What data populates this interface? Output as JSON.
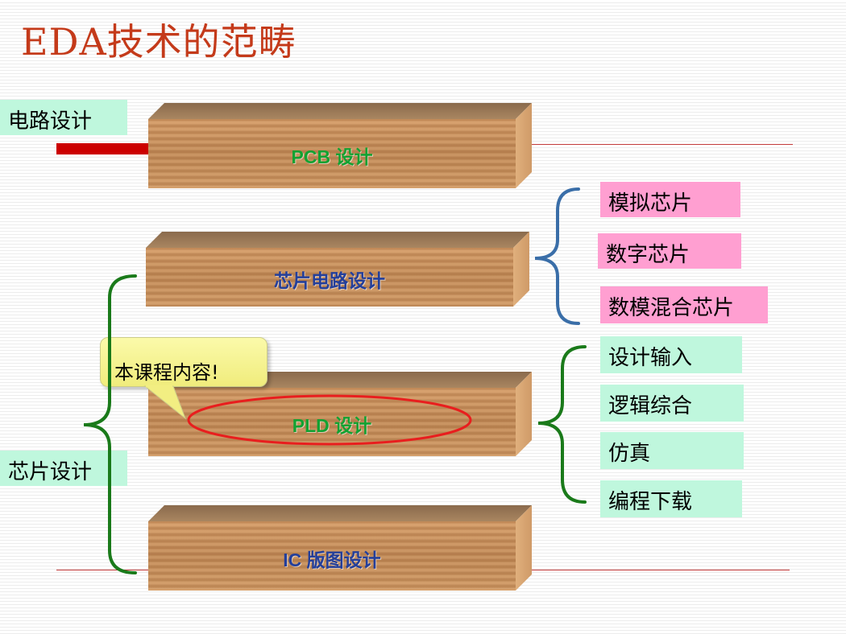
{
  "title": "EDA技术的范畴",
  "categories": {
    "circuit": "电路设计",
    "chip": "芯片设计"
  },
  "blocks": {
    "pcb": "PCB 设计",
    "chip_circuit": "芯片电路设计",
    "pld": "PLD 设计",
    "ic_layout": "IC 版图设计"
  },
  "chip_types": [
    "模拟芯片",
    "数字芯片",
    "数模混合芯片"
  ],
  "pld_steps": [
    "设计输入",
    "逻辑综合",
    "仿真",
    "编程下载"
  ],
  "callout": "本课程内容!",
  "colors": {
    "title": "#c43a1a",
    "mint": "#bff7dd",
    "pink": "#ff9fd1",
    "green_brace": "#1a7a1a",
    "blue_brace": "#3a6ea8",
    "highlight_ellipse": "#e81e1e"
  }
}
